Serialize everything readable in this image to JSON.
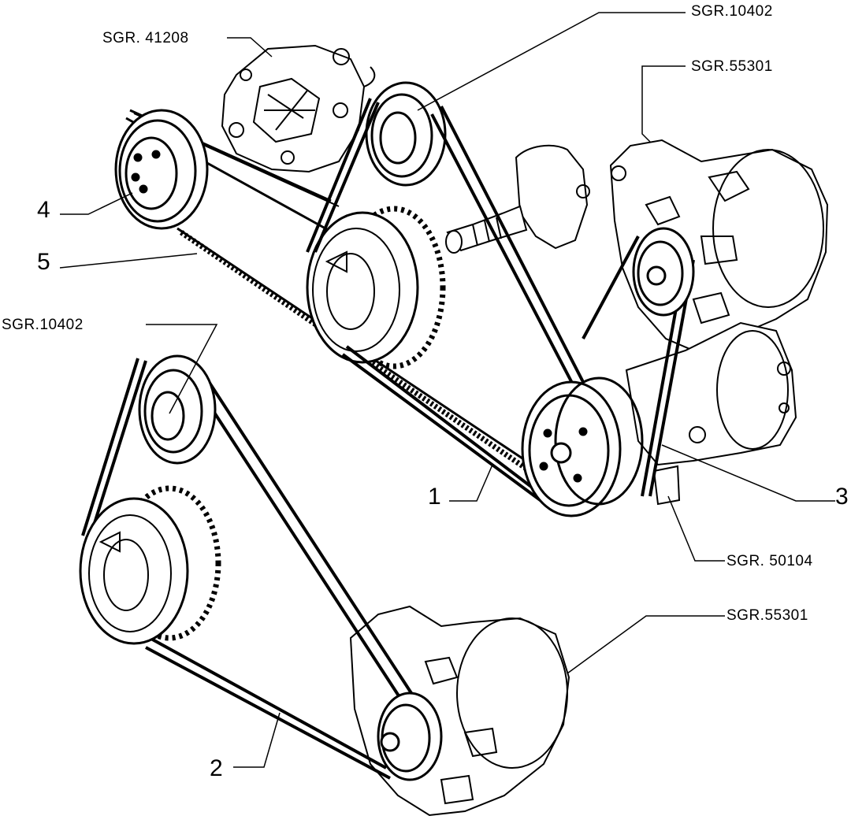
{
  "labels": {
    "sgr_41208": "SGR. 41208",
    "sgr_10402_top": "SGR.10402",
    "sgr_55301_top": "SGR.55301",
    "sgr_10402_left": "SGR.10402",
    "sgr_50104": "SGR. 50104",
    "sgr_55301_bottom": "SGR.55301",
    "callout_1": "1",
    "callout_2": "2",
    "callout_3": "3",
    "callout_4": "4",
    "callout_5": "5"
  },
  "colors": {
    "ink": "#000000",
    "paper": "#ffffff"
  }
}
